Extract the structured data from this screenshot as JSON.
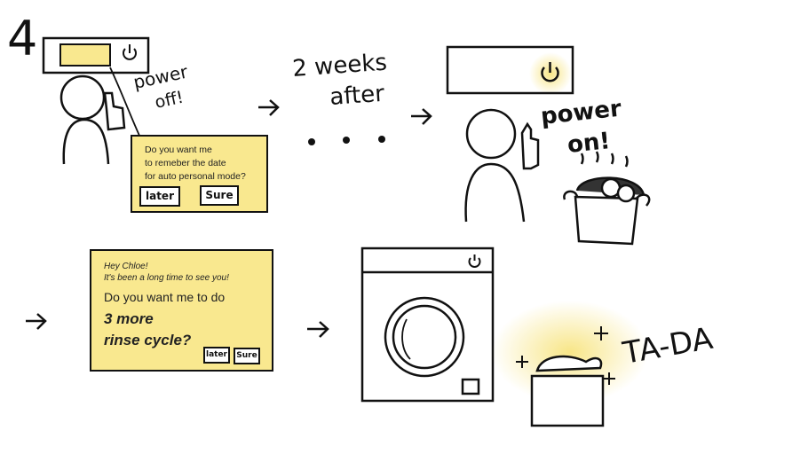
{
  "step_number": "4",
  "panel1": {
    "annotation_line1": "power",
    "annotation_line2": "off!",
    "dialog": {
      "line1": "Do you want me",
      "line2": "to remeber the date",
      "line3": "for auto personal mode?",
      "later_label": "later",
      "sure_label": "Sure"
    }
  },
  "transition": {
    "line1": "2 weeks",
    "line2": "after",
    "ellipsis": ". . ."
  },
  "panel2": {
    "annotation_line1": "power",
    "annotation_line2": "on!"
  },
  "panel3": {
    "dialog": {
      "greeting1": "Hey Chloe!",
      "greeting2": "It's been a long time to see you!",
      "question": "Do you want me to do",
      "emphasis1": "3 more",
      "emphasis2": "rinse cycle?",
      "later_label": "later",
      "sure_label": "Sure"
    }
  },
  "panel4": {
    "exclamation": "TA-DA"
  },
  "colors": {
    "highlight": "#f9e88f",
    "ink": "#111111",
    "glow": "#fbf1b0"
  }
}
